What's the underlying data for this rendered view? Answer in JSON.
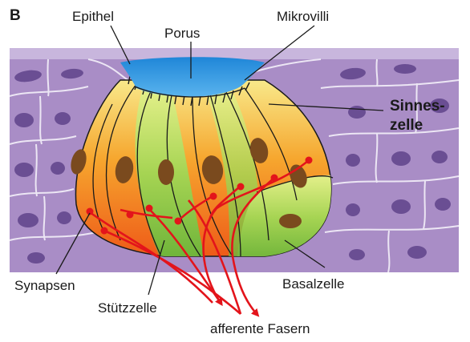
{
  "panel_letter": "B",
  "labels": {
    "epithel": "Epithel",
    "porus": "Porus",
    "mikrovilli": "Mikrovilli",
    "sinneszelle_line1": "Sinnes-",
    "sinneszelle_line2": "zelle",
    "synapsen": "Synapsen",
    "stuetzzelle": "Stützzelle",
    "basalzelle": "Basalzelle",
    "afferente_fasern": "afferente Fasern"
  },
  "colors": {
    "epithelium": "#a98dc6",
    "epithelium_nucleus": "#6a4e93",
    "epithelium_border": "#ece6f4",
    "porus": "#2f8fdc",
    "sensory_cell_top": "#f6e27a",
    "sensory_cell_bottom": "#ef6a1c",
    "support_cell": "#8dc846",
    "cell_nucleus": "#7a4a1e",
    "nerve_fiber": "#e3141b"
  }
}
